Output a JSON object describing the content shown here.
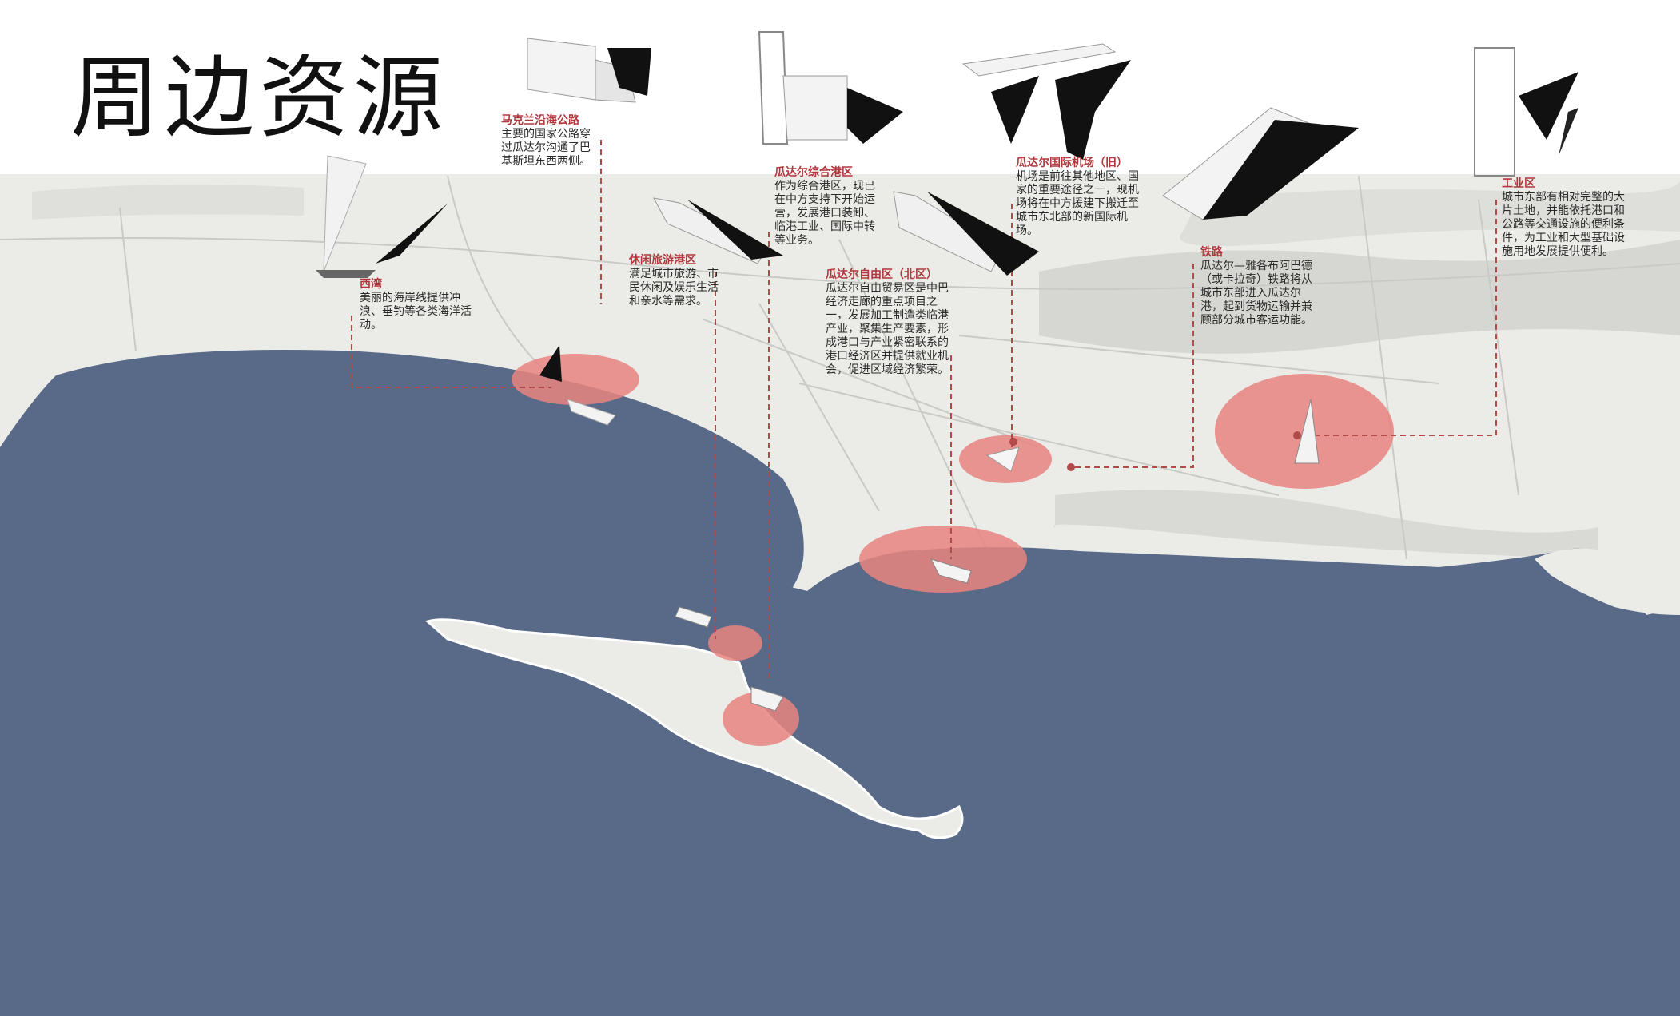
{
  "page_title": "周边资源",
  "colors": {
    "sea": "#586a88",
    "land": "#ebebe8",
    "highlight": "#e8847f",
    "accent": "#b0383d",
    "connector": "#b24a4a"
  },
  "annotations": {
    "west_bay": {
      "title": "西湾",
      "description": "美丽的海岸线提供冲浪、垂钓等各类海洋活动。"
    },
    "coastal_highway": {
      "title": "马克兰沿海公路",
      "description": "主要的国家公路穿过瓜达尔沟通了巴基斯坦东西两侧。"
    },
    "leisure_port": {
      "title": "休闲旅游港区",
      "description": "满足城市旅游、市民休闲及娱乐生活和亲水等需求。"
    },
    "integrated_port": {
      "title": "瓜达尔综合港区",
      "description": "作为综合港区，现已在中方支持下开始运营，发展港口装卸、临港工业、国际中转等业务。"
    },
    "free_zone": {
      "title": "瓜达尔自由区（北区）",
      "description": "瓜达尔自由贸易区是中巴经济走廊的重点项目之一，发展加工制造类临港产业，聚集生产要素，形成港口与产业紧密联系的港口经济区并提供就业机会，促进区域经济繁荣。"
    },
    "airport": {
      "title": "瓜达尔国际机场（旧）",
      "description": "机场是前往其他地区、国家的重要途径之一，现机场将在中方援建下搬迁至城市东北部的新国际机场。"
    },
    "railway": {
      "title": "铁路",
      "description": "瓜达尔—雅各布阿巴德（或卡拉奇）铁路将从城市东部进入瓜达尔港，起到货物运输并兼顾部分城市客运功能。"
    },
    "industrial": {
      "title": "工业区",
      "description": "城市东部有相对完整的大片土地，并能依托港口和公路等交通设施的便利条件，为工业和大型基础设施用地发展提供便利。"
    }
  }
}
